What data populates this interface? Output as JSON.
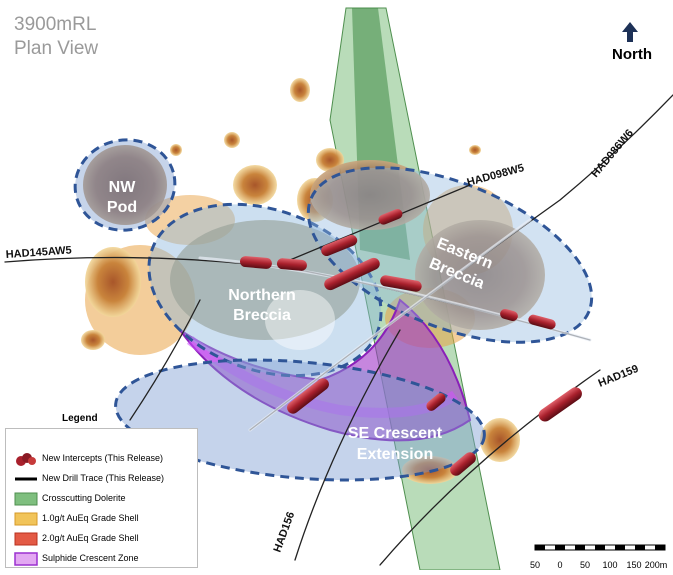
{
  "map": {
    "title_line1": "3900mRL",
    "title_line2": "Plan View",
    "north_label": "North",
    "zones": [
      {
        "id": "nw-pod",
        "line1": "NW",
        "line2": "Pod"
      },
      {
        "id": "northern-breccia",
        "line1": "Northern",
        "line2": "Breccia"
      },
      {
        "id": "eastern-breccia",
        "line1": "Eastern",
        "line2": "Breccia"
      },
      {
        "id": "se-crescent",
        "line1": "SE Crescent",
        "line2": "Extension"
      }
    ],
    "drill_holes": [
      "HAD145AW5",
      "HAD098W5",
      "HAD086W6",
      "HAD159",
      "HAD156"
    ],
    "colors": {
      "dolerite": "#5aa55a",
      "grade_1g": "#e8a83c",
      "grade_2g": "#d8402c",
      "sulphide": "#b23ae0",
      "zone_outline": "#2f5597",
      "intercept": "#a8202c"
    }
  },
  "legend": {
    "title": "Legend",
    "items": [
      {
        "label": "New Intercepts (This Release)",
        "icon": "intercept-icon"
      },
      {
        "label": "New Drill Trace (This Release)",
        "icon": "drill-trace-icon"
      },
      {
        "label": "Crosscutting Dolerite",
        "icon": "dolerite-swatch"
      },
      {
        "label": "1.0g/t AuEq Grade Shell",
        "icon": "grade-1g-swatch"
      },
      {
        "label": "2.0g/t AuEq Grade Shell",
        "icon": "grade-2g-swatch"
      },
      {
        "label": "Sulphide Crescent Zone",
        "icon": "sulphide-swatch"
      }
    ]
  },
  "scale_bar": {
    "labels": [
      "50",
      "0",
      "50",
      "100",
      "150",
      "200m"
    ]
  }
}
